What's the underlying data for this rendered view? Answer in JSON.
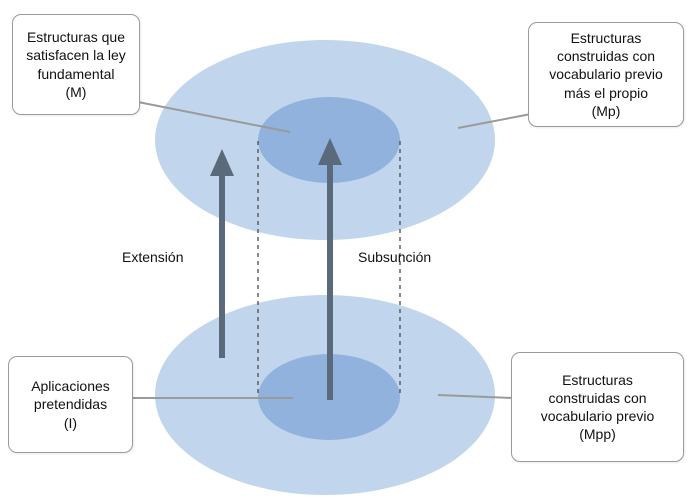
{
  "callouts": {
    "m": "Estructuras que\nsatisfacen la ley\nfundamental\n(M)",
    "mp": "Estructuras\nconstruidas con\nvocabulario previo\nmás el propio\n(Mp)",
    "i": "Aplicaciones\npretendidas\n(I)",
    "mpp": "Estructuras\nconstruidas con\nvocabulario previo\n(Mpp)"
  },
  "arrow_labels": {
    "extension": "Extensión",
    "subsumption": "Subsunción"
  },
  "colors": {
    "outer_ellipse": "#c1d5ed",
    "inner_ellipse": "#90b2dc",
    "arrow": "#5a6a7a",
    "dashed_line": "#555555",
    "leader_line": "#9a9a9a",
    "callout_border": "#9a9a9a",
    "text": "#111111"
  }
}
